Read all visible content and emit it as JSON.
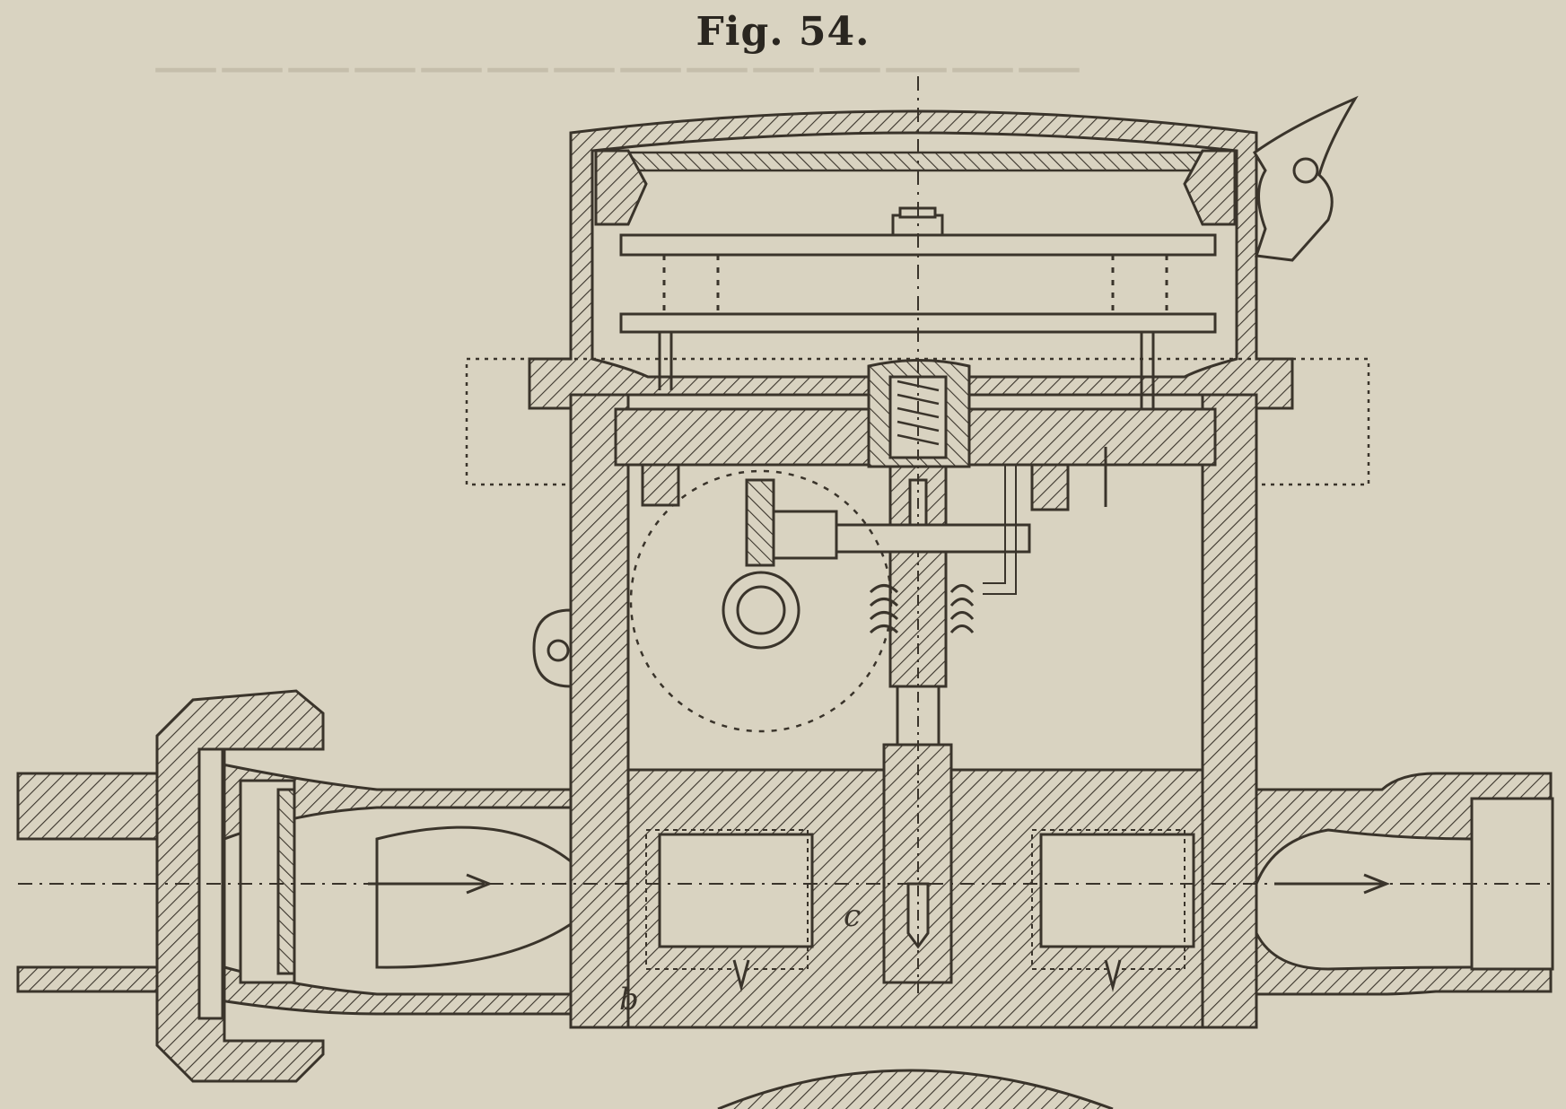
{
  "figure": {
    "title": "Fig. 54.",
    "labels": {
      "c": "c",
      "b": "b"
    }
  },
  "colors": {
    "background": "#d9d3c1",
    "ink": "#3a342b",
    "bleed": "#b6ae9a"
  }
}
